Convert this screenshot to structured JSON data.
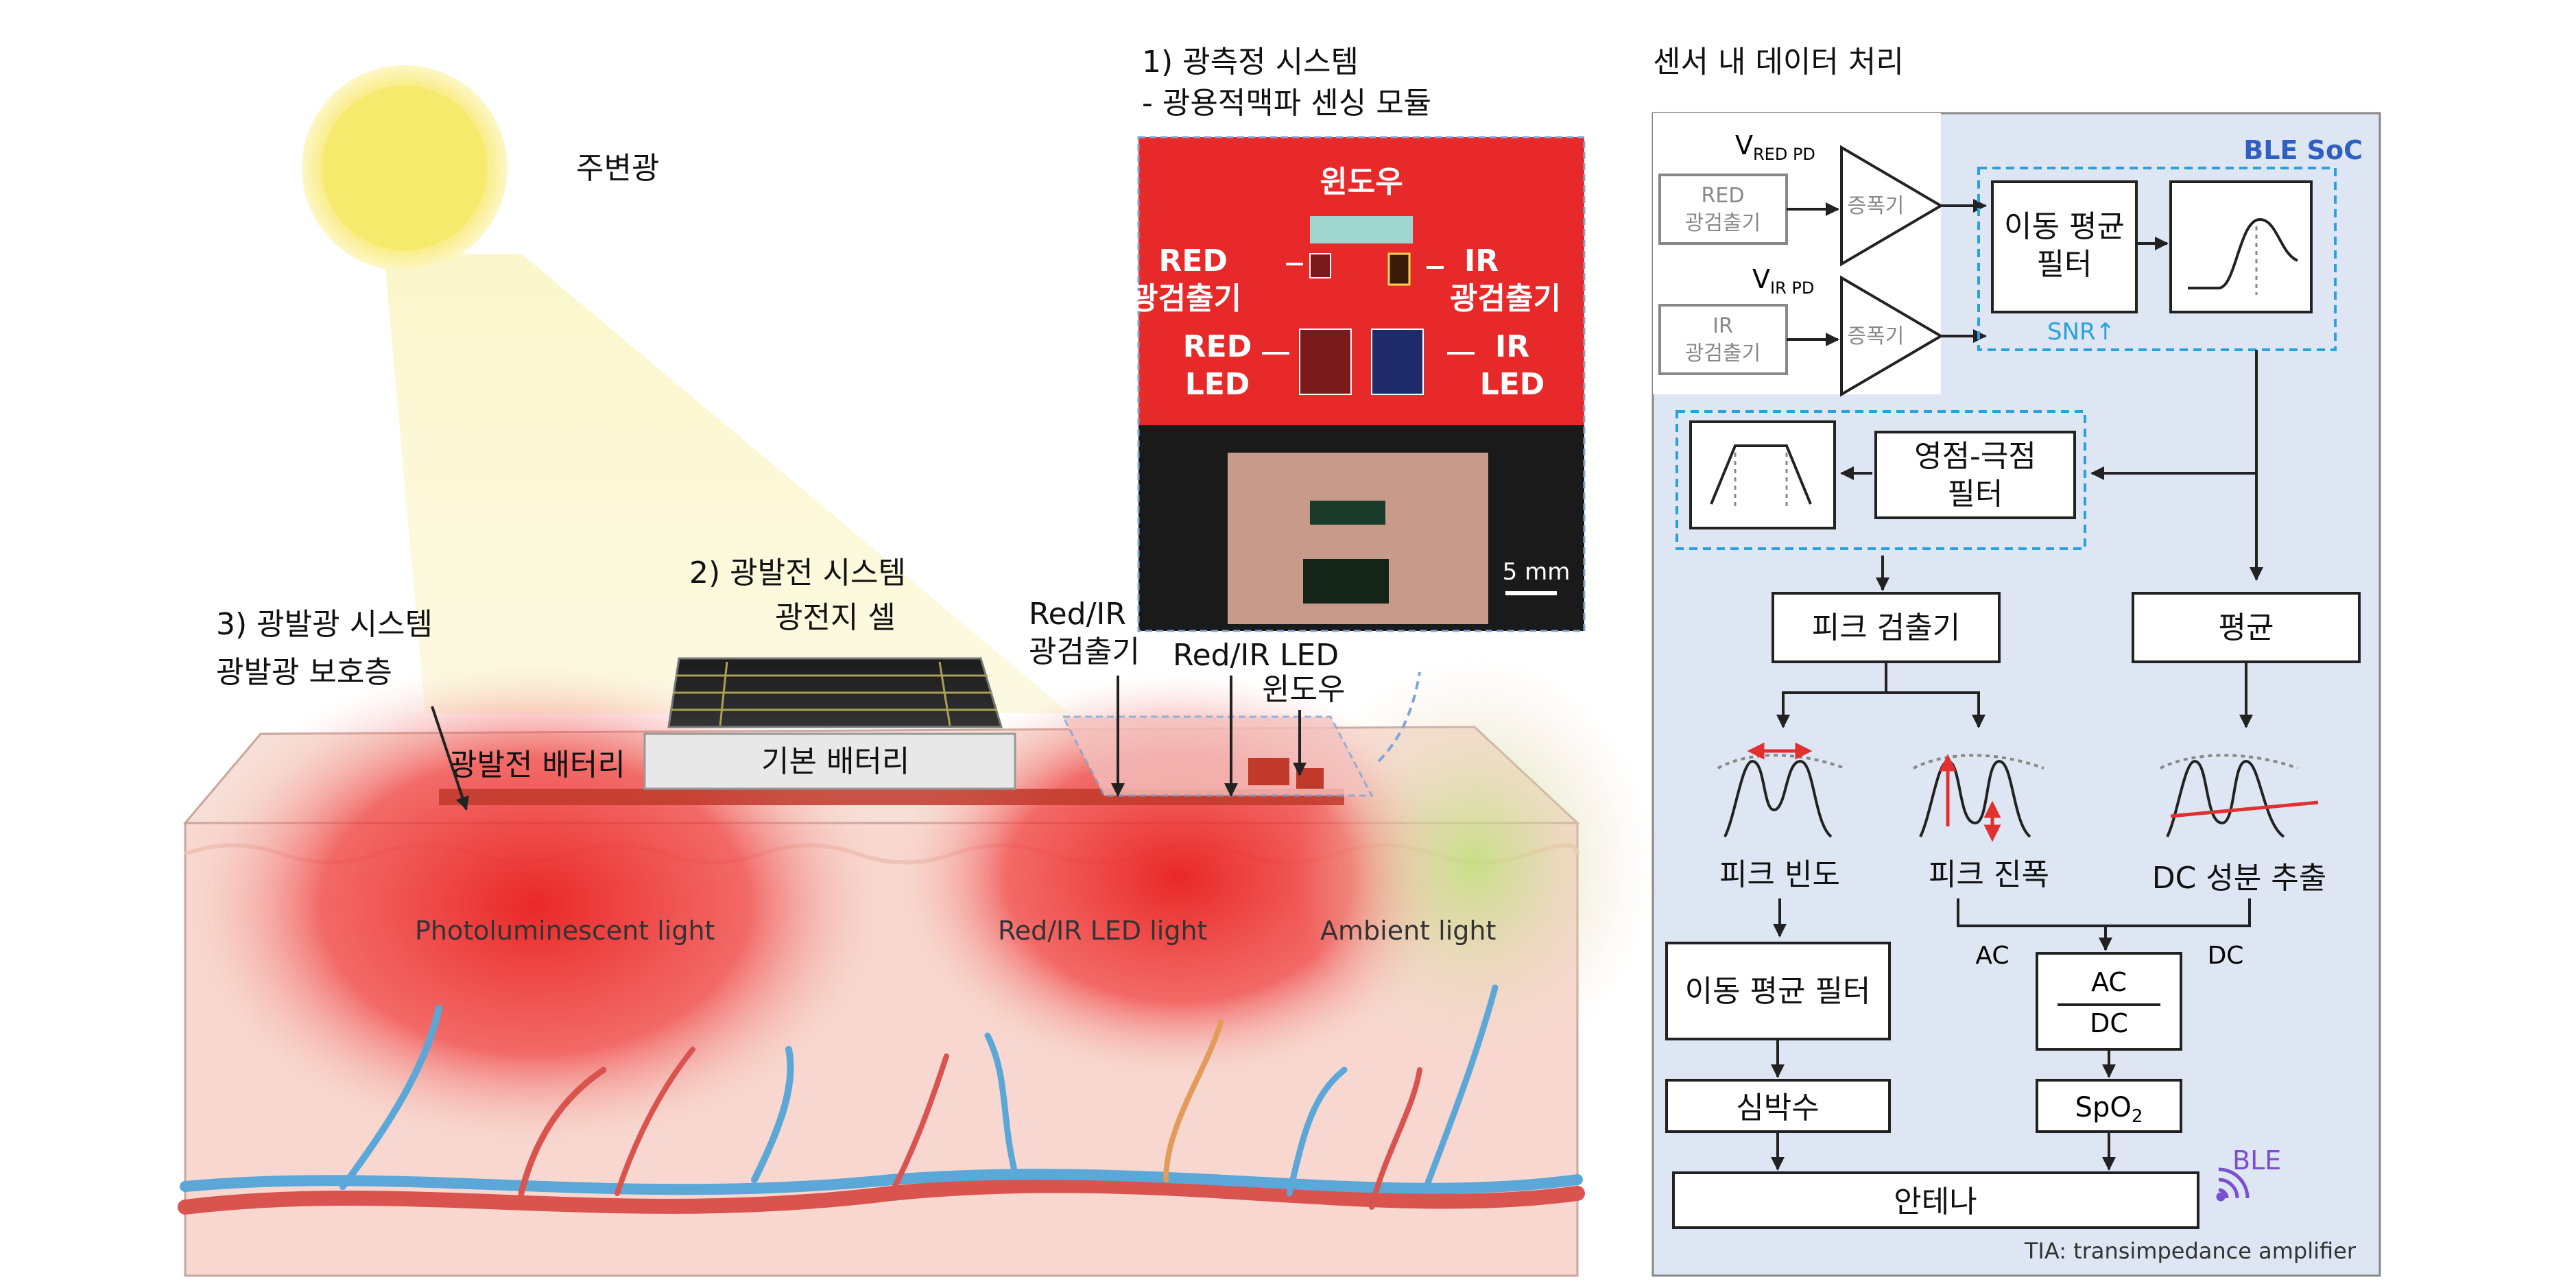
{
  "colors": {
    "ble_panel": "#d9e4f2",
    "module_red": "#e8292a",
    "sun": "#f6ea6c",
    "skin_base": "#f7d7cf",
    "vein_blue": "#5aa7d8",
    "artery_red": "#d9534f",
    "ble_accent": "#2f5fbf",
    "snr_blue": "#2aa0dc"
  },
  "left": {
    "ambient_label": "주변광",
    "module": {
      "title_line1": "1) 광측정 시스템",
      "title_line2": "- 광용적맥파 센싱 모듈",
      "window": "윈도우",
      "red_pd_line1": "RED",
      "red_pd_line2": "광검출기",
      "ir_pd_line1": "IR",
      "ir_pd_line2": "광검출기",
      "red_led_line1": "RED",
      "red_led_line2": "LED",
      "ir_led_line1": "IR",
      "ir_led_line2": "LED",
      "scale": "5 mm"
    },
    "pv_title": "2) 광발전 시스템",
    "pv_cell": "광전지 셀",
    "pl_title": "3) 광발광 시스템",
    "pl_layer": "광발광 보호층",
    "pv_battery": "광발전 배터리",
    "base_battery": "기본 배터리",
    "pd_label_line1": "Red/IR",
    "pd_label_line2": "광검출기",
    "led_label": "Red/IR LED",
    "window_label": "윈도우",
    "light_labels": [
      "Photoluminescent light",
      "Red/IR LED light",
      "Ambient light"
    ]
  },
  "right": {
    "title": "센서 내 데이터 처리",
    "ble_soc": "BLE SoC",
    "v_red": "V",
    "v_red_sub": "RED PD",
    "v_ir": "V",
    "v_ir_sub": "IR PD",
    "red_pd_line1": "RED",
    "red_pd_line2": "광검출기",
    "ir_pd_line1": "IR",
    "ir_pd_line2": "광검출기",
    "amp": "증폭기",
    "ma_filter_line1": "이동 평균",
    "ma_filter_line2": "필터",
    "snr": "SNR↑",
    "zp_filter_line1": "영점-극점",
    "zp_filter_line2": "필터",
    "peak_detector": "피크 검출기",
    "average": "평균",
    "peak_freq": "피크 빈도",
    "peak_amp": "피크 진폭",
    "dc_extract": "DC 성분 추출",
    "ac": "AC",
    "dc": "DC",
    "ma_filter_2": "이동 평균 필터",
    "ratio_num": "AC",
    "ratio_den": "DC",
    "heart_rate": "심박수",
    "spo2": "SpO",
    "spo2_sub": "2",
    "antenna": "안테나",
    "ble": "BLE",
    "tia_note": "TIA: transimpedance amplifier"
  }
}
